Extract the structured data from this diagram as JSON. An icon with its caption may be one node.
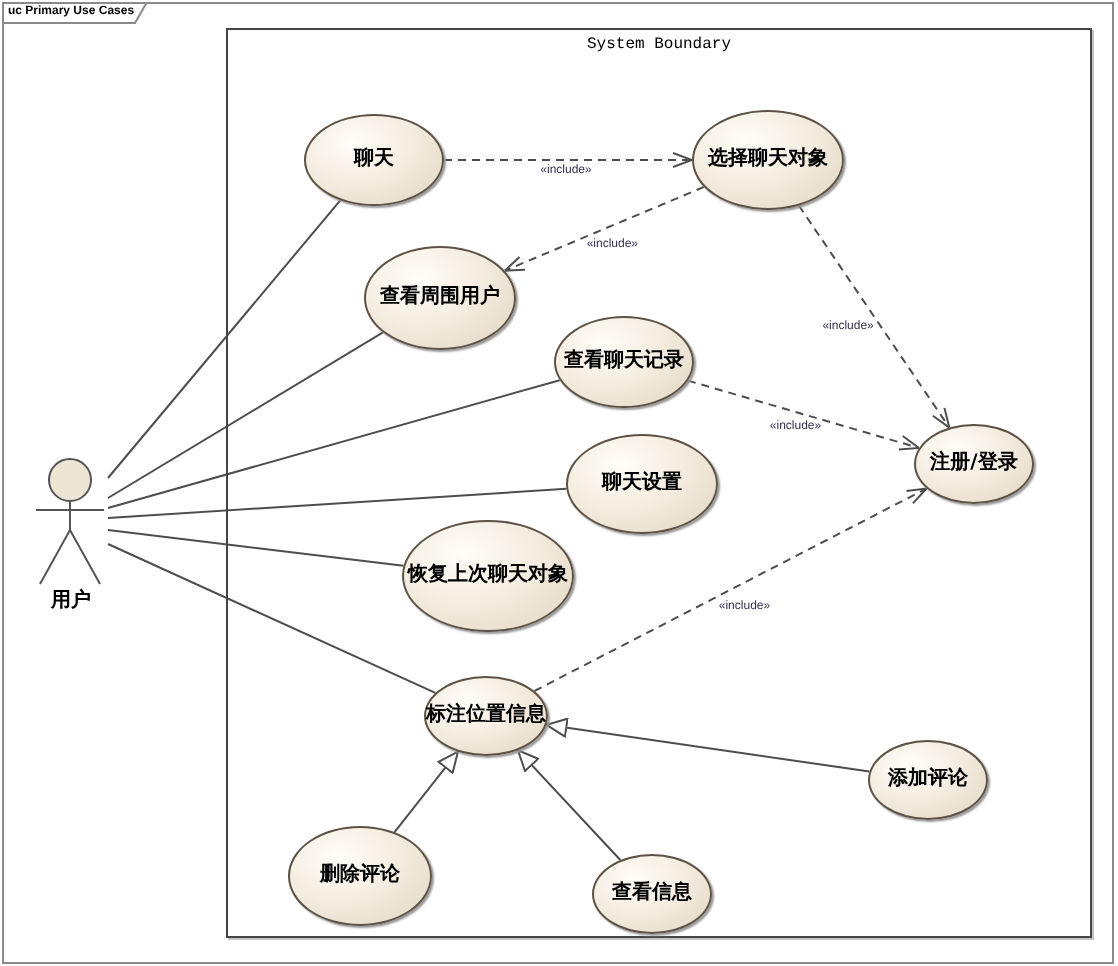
{
  "diagram": {
    "title": "uc Primary Use Cases",
    "nodes": [
      {
        "text": [
          "System Boundary"
        ]
      },
      {
        "text": [
          "用户"
        ]
      },
      {
        "text": [
          "聊天"
        ],
        "in": 0
      },
      {
        "text": [
          "选择聊天对象"
        ],
        "in": 0
      },
      {
        "text": [
          "查看周围用户"
        ],
        "in": 0
      },
      {
        "text": [
          "查看聊天记录"
        ],
        "in": 0
      },
      {
        "text": [
          "注册/登录"
        ],
        "in": 0
      },
      {
        "text": [
          "聊天设置"
        ],
        "in": 0
      },
      {
        "text": [
          "恢复上次聊天对象"
        ],
        "in": 0
      },
      {
        "text": [
          "标注位置信息"
        ],
        "in": 0
      },
      {
        "text": [
          "添加评论"
        ],
        "in": 0
      },
      {
        "text": [
          "删除评论"
        ],
        "in": 0
      },
      {
        "text": [
          "查看信息"
        ],
        "in": 0
      }
    ],
    "edges": [
      {
        "from": 1,
        "to": 2,
        "arrow": "none"
      },
      {
        "from": 1,
        "to": 4,
        "arrow": "none"
      },
      {
        "from": 1,
        "to": 5,
        "arrow": "none"
      },
      {
        "from": 1,
        "to": 7,
        "arrow": "none"
      },
      {
        "from": 1,
        "to": 8,
        "arrow": "none"
      },
      {
        "from": 1,
        "to": 9,
        "arrow": "none"
      },
      {
        "from": 2,
        "to": 3,
        "arrow": "to",
        "label": "«include»",
        "style": "dashed"
      },
      {
        "from": 3,
        "to": 4,
        "arrow": "to",
        "label": "«include»",
        "style": "dashed"
      },
      {
        "from": 3,
        "to": 6,
        "arrow": "to",
        "label": "«include»",
        "style": "dashed"
      },
      {
        "from": 5,
        "to": 6,
        "arrow": "to",
        "label": "«include»",
        "style": "dashed"
      },
      {
        "from": 9,
        "to": 6,
        "arrow": "to",
        "label": "«include»",
        "style": "dashed"
      },
      {
        "from": 10,
        "to": 9,
        "arrow": "to"
      },
      {
        "from": 11,
        "to": 9,
        "arrow": "to"
      },
      {
        "from": 12,
        "to": 9,
        "arrow": "to"
      }
    ]
  }
}
